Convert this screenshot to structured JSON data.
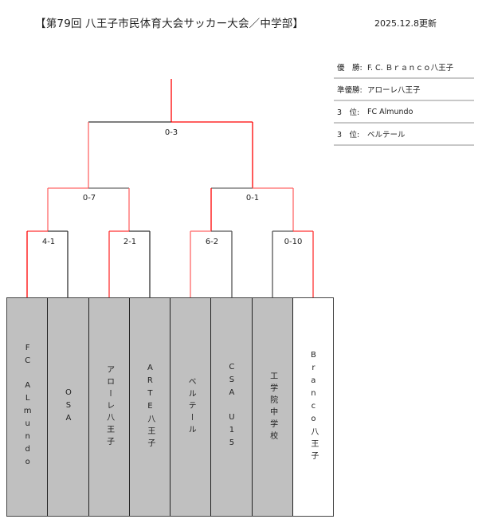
{
  "header": {
    "title": "【第79回 八王子市民体育大会サッカー大会／中学部】",
    "updated": "2025.12.8更新"
  },
  "results": [
    {
      "label": "優　勝:",
      "value": "F. C. Ｂｒａｎｃｏ八王子"
    },
    {
      "label": "準優勝:",
      "value": "アローレ八王子"
    },
    {
      "label": "3　位:",
      "value": "FC Almundo"
    },
    {
      "label": "3　位:",
      "value": "ベルテール"
    }
  ],
  "bracket": {
    "colors": {
      "winner_line": "#ff0000",
      "loser_line": "#333333",
      "team_box": "#c0c0c0",
      "champion_box": "#ffffff"
    },
    "round1": [
      {
        "score": "4-1",
        "winner": "left"
      },
      {
        "score": "2-1",
        "winner": "left"
      },
      {
        "score": "6-2",
        "winner": "left"
      },
      {
        "score": "0-10",
        "winner": "right"
      }
    ],
    "round2": [
      {
        "score": "0-7",
        "winner": "right"
      },
      {
        "score": "0-1",
        "winner": "right"
      }
    ],
    "final": {
      "score": "0-3",
      "winner": "right"
    }
  },
  "teams": [
    {
      "name": "FC　ALmundo"
    },
    {
      "name": "OSA"
    },
    {
      "name": "アローレ八王子"
    },
    {
      "name": "ARTE八王子"
    },
    {
      "name": "ベルテール"
    },
    {
      "name": "CSA　U15"
    },
    {
      "name": "工学院中学校"
    },
    {
      "name": "Branco八王子"
    }
  ]
}
